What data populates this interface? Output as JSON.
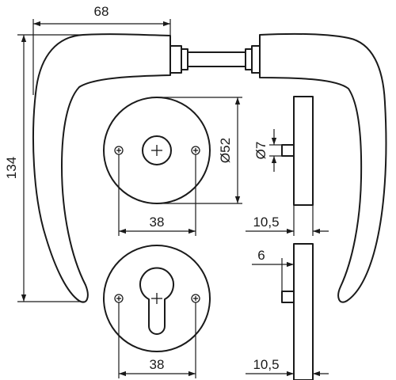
{
  "labels": {
    "width_68": "68",
    "height_134": "134",
    "diameter_52": "Ø52",
    "diameter_7": "Ø7",
    "spacing_38_top": "38",
    "spacing_38_bottom": "38",
    "thickness_10_5_top": "10,5",
    "thickness_10_5_bottom": "10,5",
    "offset_6": "6"
  },
  "colors": {
    "line": "#1a1a1a",
    "background": "#ffffff"
  }
}
